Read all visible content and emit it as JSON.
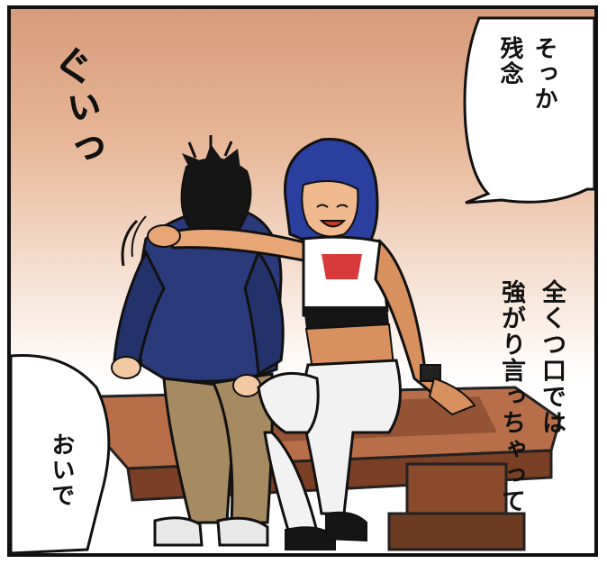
{
  "panel": {
    "sfx": "ぐぃっ",
    "bubble_top_right": [
      "そっか",
      "残念"
    ],
    "bubble_left": "おいで",
    "narration": [
      "全くつ口では",
      "強がり言っちゃって"
    ]
  },
  "colors": {
    "bg_top": "#d79b7a",
    "hoodie": "#2b3a7a",
    "pants": "#a58a62",
    "hair_blue": "#2a3f9e",
    "bench": "#b06a44"
  }
}
